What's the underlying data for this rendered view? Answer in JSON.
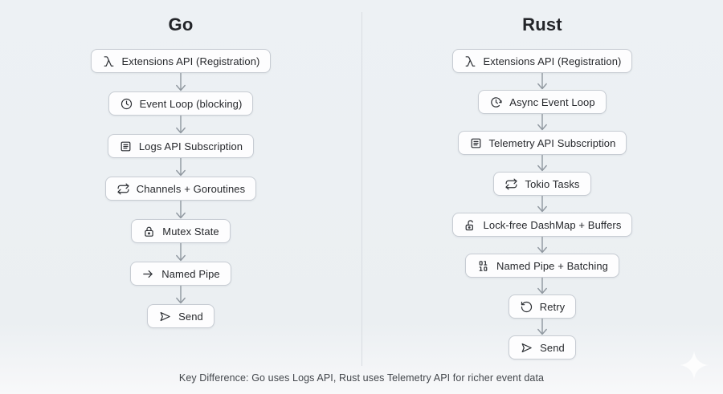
{
  "columns": [
    {
      "title": "Go",
      "nodes": [
        {
          "icon": "lambda-icon",
          "label": "Extensions API (Registration)"
        },
        {
          "icon": "clock-icon",
          "label": "Event Loop (blocking)"
        },
        {
          "icon": "logs-icon",
          "label": "Logs API Subscription"
        },
        {
          "icon": "swap-arrows-icon",
          "label": "Channels + Goroutines"
        },
        {
          "icon": "lock-icon",
          "label": "Mutex State"
        },
        {
          "icon": "arrow-right-icon",
          "label": "Named Pipe"
        },
        {
          "icon": "send-icon",
          "label": "Send"
        }
      ]
    },
    {
      "title": "Rust",
      "nodes": [
        {
          "icon": "lambda-icon",
          "label": "Extensions API (Registration)"
        },
        {
          "icon": "async-clock-icon",
          "label": "Async Event Loop"
        },
        {
          "icon": "logs-icon",
          "label": "Telemetry API Subscription"
        },
        {
          "icon": "swap-arrows-icon",
          "label": "Tokio Tasks"
        },
        {
          "icon": "unlock-icon",
          "label": "Lock-free DashMap + Buffers"
        },
        {
          "icon": "batch-icon",
          "label": "Named Pipe + Batching"
        },
        {
          "icon": "retry-icon",
          "label": "Retry"
        },
        {
          "icon": "send-icon",
          "label": "Send"
        }
      ]
    }
  ],
  "footer": {
    "text": "Key Difference: Go uses Logs API, Rust uses Telemetry API for richer event data"
  },
  "colors": {
    "background": "#edf1f4",
    "box_background": "#fdfdfe",
    "box_border": "#c7ccd3",
    "text": "#26282c",
    "title": "#232529",
    "arrow": "#8f979f",
    "divider": "#d8dce1",
    "footer_text": "#43474c",
    "watermark": "#ffffff"
  }
}
